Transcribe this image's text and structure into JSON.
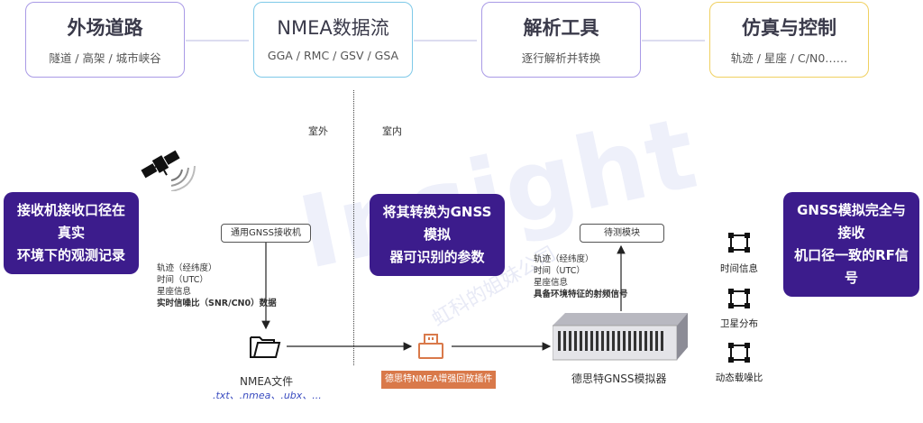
{
  "stages": [
    {
      "title": "外场道路",
      "subtitle": "隧道 / 高架 / 城市峡谷"
    },
    {
      "title": "NMEA数据流",
      "subtitle": "GGA / RMC / GSV / GSA"
    },
    {
      "title": "解析工具",
      "subtitle": "逐行解析并转换"
    },
    {
      "title": "仿真与控制",
      "subtitle": "轨迹 / 星座 / C/N0……"
    }
  ],
  "zones": {
    "outdoor": "室外",
    "indoor": "室内"
  },
  "left_box": {
    "line1": "接收机接收口径在真实",
    "line2": "环境下的观测记录"
  },
  "middle_box": {
    "line1": "将其转换为GNSS模拟",
    "line2": "器可识别的参数"
  },
  "right_box": {
    "line1": "GNSS模拟完全与接收",
    "line2": "机口径一致的RF信号"
  },
  "receiver_label": "通用GNSS接收机",
  "left_info": [
    "轨迹（经纬度）",
    "时间（UTC）",
    "星座信息",
    "实时信噪比（SNR/CN0）数据"
  ],
  "nmea_file": {
    "name": "NMEA文件",
    "ext": ".txt、.nmea、.ubx、..."
  },
  "plugin_label": "德思特NMEA增强回放插件",
  "dut_label": "待测模块",
  "right_info": [
    "轨迹（经纬度）",
    "时间（UTC）",
    "星座信息",
    "具备环境特征的射频信号"
  ],
  "simulator_label": "德思特GNSS模拟器",
  "outputs": [
    "时间信息",
    "卫星分布",
    "动态载噪比"
  ],
  "watermark": "Insight",
  "watermark_cn": "虹科的姐妹公司"
}
